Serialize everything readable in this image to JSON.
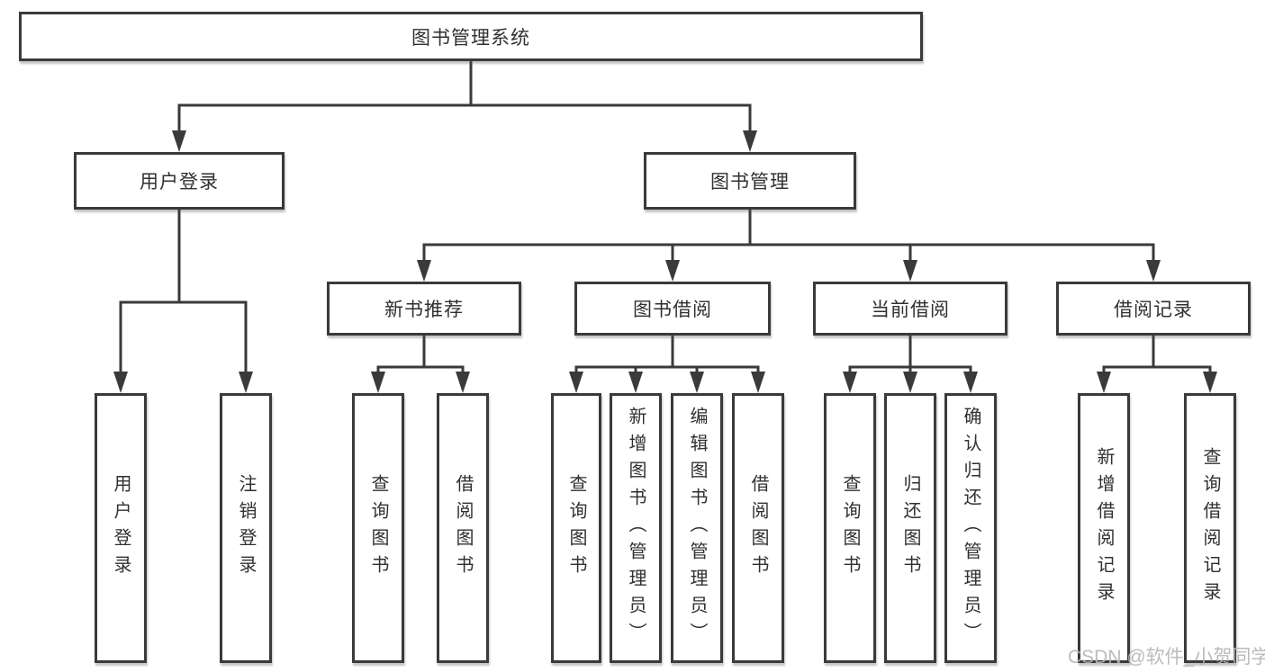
{
  "diagram": {
    "root": "图书管理系统",
    "level2": [
      "用户登录",
      "图书管理"
    ],
    "level3": [
      "新书推荐",
      "图书借阅",
      "当前借阅",
      "借阅记录"
    ],
    "leaves": {
      "login": [
        "用户登录",
        "注销登录"
      ],
      "recommend": [
        "查询图书",
        "借阅图书"
      ],
      "borrow": [
        "查询图书",
        "新增图书（管理员）",
        "编辑图书（管理员）",
        "借阅图书"
      ],
      "current": [
        "查询图书",
        "归还图书",
        "确认归还（管理员）"
      ],
      "records": [
        "新增借阅记录",
        "查询借阅记录"
      ]
    }
  },
  "watermark": {
    "text": "CSDN @软件_小贺同学"
  },
  "colors": {
    "line": "#3a3a3a",
    "box_border": "#3a3a3a",
    "text": "#303030",
    "watermark": "#b4b4b4",
    "background": "#ffffff"
  }
}
